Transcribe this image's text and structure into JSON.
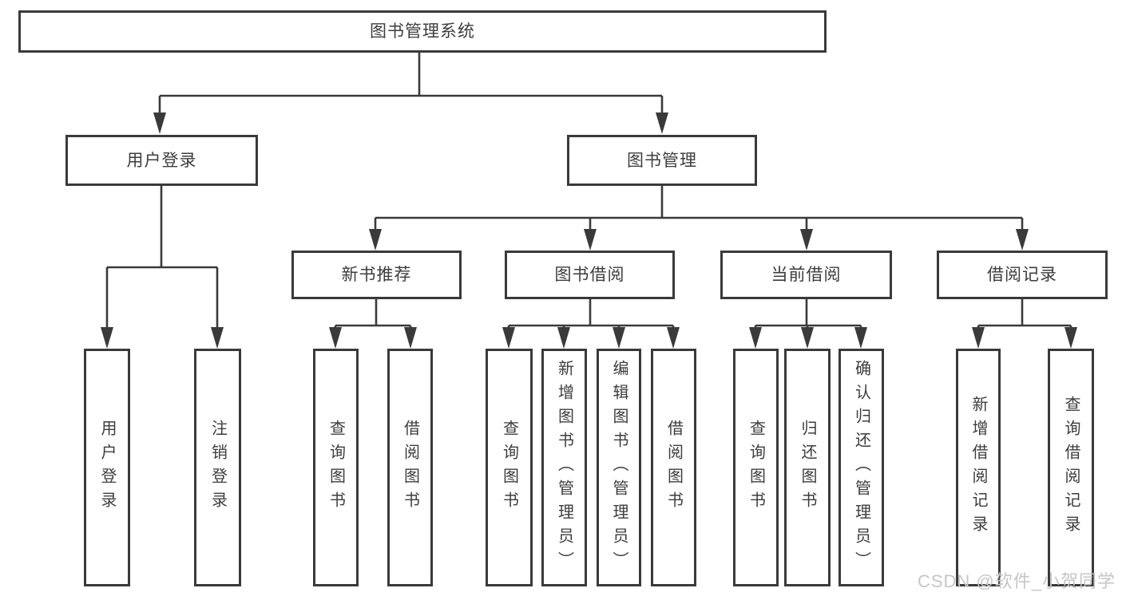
{
  "tree": {
    "label": "图书管理系统",
    "children": [
      {
        "label": "用户登录",
        "children": [
          {
            "label": "用户登录"
          },
          {
            "label": "注销登录"
          }
        ]
      },
      {
        "label": "图书管理",
        "children": [
          {
            "label": "新书推荐",
            "children": [
              {
                "label": "查询图书"
              },
              {
                "label": "借阅图书"
              }
            ]
          },
          {
            "label": "图书借阅",
            "children": [
              {
                "label": "查询图书"
              },
              {
                "label": "新增图书（管理员）"
              },
              {
                "label": "编辑图书（管理员）"
              },
              {
                "label": "借阅图书"
              }
            ]
          },
          {
            "label": "当前借阅",
            "children": [
              {
                "label": "查询图书"
              },
              {
                "label": "归还图书"
              },
              {
                "label": "确认归还（管理员）"
              }
            ]
          },
          {
            "label": "借阅记录",
            "children": [
              {
                "label": "新增借阅记录"
              },
              {
                "label": "查询借阅记录"
              }
            ]
          }
        ]
      }
    ]
  },
  "watermark": {
    "text": "CSDN @软件_小贺同学"
  },
  "colors": {
    "line": "#3a3a3a",
    "text": "#3d3d3d",
    "watermark": "#c6c6c6",
    "background": "#ffffff"
  }
}
